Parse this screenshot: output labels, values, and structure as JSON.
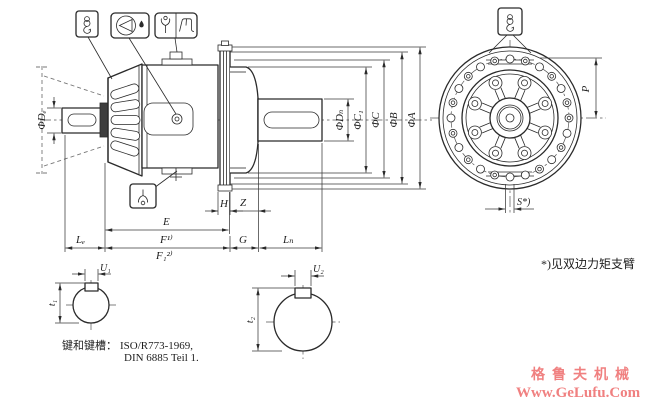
{
  "drawing": {
    "kind": "planetary-gear-reducer-outline-dimension-drawing",
    "views": [
      "side-view",
      "front-view",
      "input-shaft-key-section",
      "output-shaft-key-section"
    ]
  },
  "colors": {
    "line": "#2a2a2a",
    "background": "#ffffff",
    "watermark": "#f08080"
  },
  "icons": {
    "lifting_point": "crane-hook-icon",
    "oil_level_check": "triangle-in-circle-with-drop-icon",
    "breather_vent": "vent-with-droplet-icon",
    "coupling_plug": "bracket-plug-icon",
    "oil_drain": "drain-with-droplet-icon"
  },
  "labels": {
    "dim_input_shaft_dia": "ΦDₑ",
    "dim_output_shaft_dia": "ΦDₙ",
    "dim_c1": "ΦC₁",
    "dim_c": "ΦC",
    "dim_b": "ΦB",
    "dim_a": "ΦA",
    "dim_e": "E",
    "dim_h": "H",
    "dim_z": "Z",
    "dim_le": "Lₑ",
    "dim_f": "F¹⁾",
    "dim_f1": "F₁²⁾",
    "dim_g": "G",
    "dim_ln": "Lₙ",
    "dim_p": "P",
    "dim_s": "S*)",
    "dim_u1": "U₁",
    "dim_t1": "t₁",
    "dim_u2": "U₂",
    "dim_t2": "t₂"
  },
  "notes": {
    "key_label": "键和键槽：",
    "key_standard_line1": "ISO/R773-1969,",
    "key_standard_line2": "DIN 6885 Teil 1.",
    "footnote": "*)见双边力矩支臂"
  },
  "watermark": {
    "line1": "格鲁夫机械",
    "line2": "Www.GeLufu.Com",
    "color": "#f08080"
  }
}
